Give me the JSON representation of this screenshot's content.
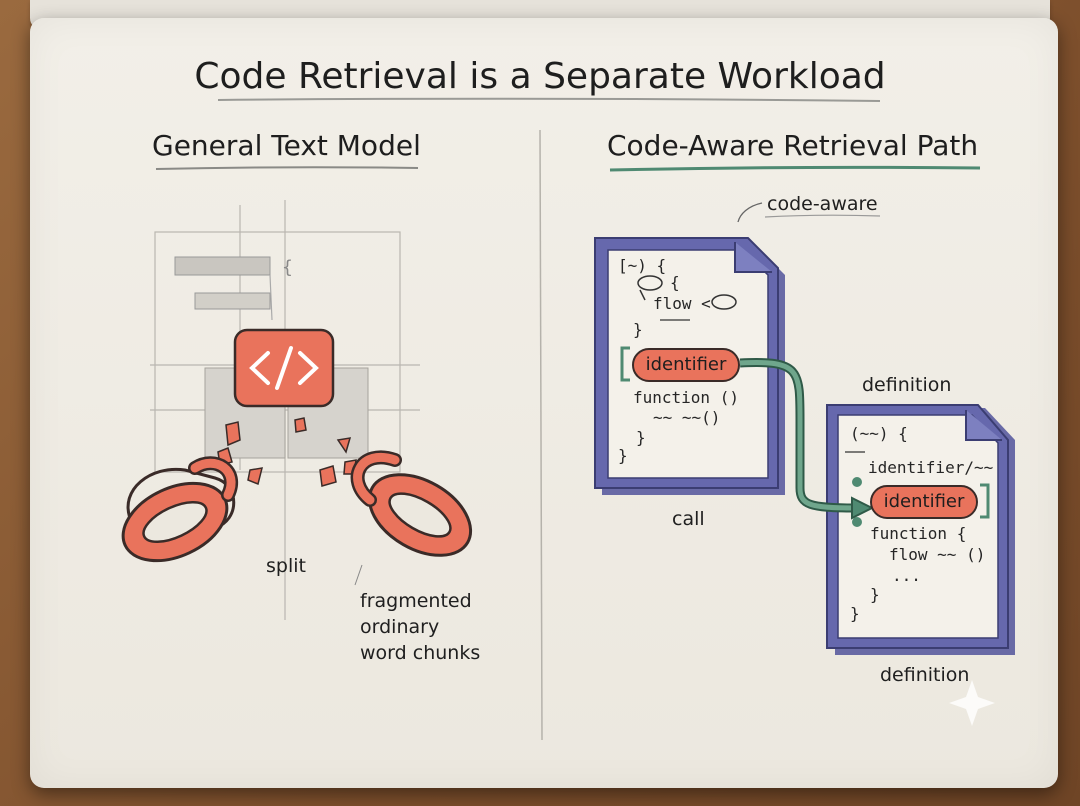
{
  "title": "Code Retrieval is a Separate Workload",
  "left_panel": {
    "heading": "General Text Model",
    "code_icon": "code-brackets-icon",
    "split_label": "split",
    "fragment_label": [
      "fragmented",
      "ordinary",
      "word chunks"
    ]
  },
  "right_panel": {
    "heading": "Code-Aware Retrieval Path",
    "tag": "code-aware",
    "call_doc": {
      "lines": [
        "[~) {",
        "{",
        "flow <",
        "}",
        "function ()",
        "~~ ~~()",
        "}",
        "}"
      ],
      "identifier": "identifier",
      "caption": "call"
    },
    "definition_doc": {
      "heading": "definition",
      "lines": [
        "(~~) {",
        "identifier/~~",
        "function {",
        "flow ~~ ()",
        "...",
        "}",
        "}"
      ],
      "identifier": "identifier",
      "caption": "definition"
    }
  },
  "colors": {
    "accent_red": "#e9735c",
    "doc_blue": "#5a5c9e",
    "arrow_green": "#4f8a72",
    "paper": "#f2efe8"
  }
}
